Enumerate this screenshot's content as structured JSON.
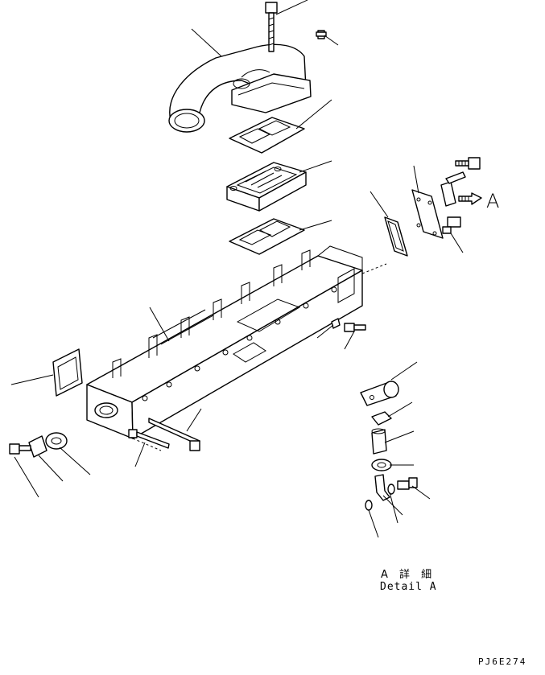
{
  "detail_view": {
    "view_letter": "A",
    "caption_japanese": "A 詳 細",
    "caption_english": "Detail A"
  },
  "drawing_code": "PJ6E274"
}
